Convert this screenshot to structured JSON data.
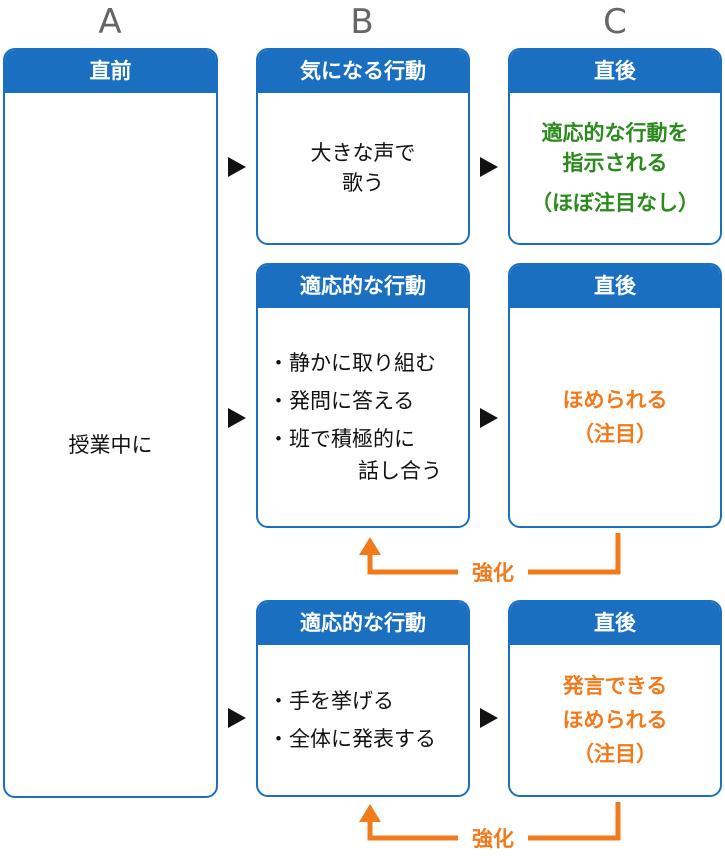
{
  "columns": [
    "A",
    "B",
    "C"
  ],
  "box_a": {
    "header": "直前",
    "body": "授業中に"
  },
  "row1": {
    "behavior": {
      "header": "気になる行動",
      "lines": [
        "大きな声で",
        "歌う"
      ]
    },
    "after": {
      "header": "直後",
      "lines": [
        "適応的な行動を",
        "指示される",
        "（ほぼ注目なし）"
      ]
    }
  },
  "row2": {
    "behavior": {
      "header": "適応的な行動",
      "bullets": [
        "・静かに取り組む",
        "・発問に答える",
        "・班で積極的に"
      ],
      "continuation": "話し合う"
    },
    "after": {
      "header": "直後",
      "lines": [
        "ほめられる",
        "（注目）"
      ]
    },
    "loop_label": "強化"
  },
  "row3": {
    "behavior": {
      "header": "適応的な行動",
      "bullets": [
        "・手を挙げる",
        "・全体に発表する"
      ]
    },
    "after": {
      "header": "直後",
      "lines": [
        "発言できる",
        "ほめられる",
        "（注目）"
      ]
    },
    "loop_label": "強化"
  },
  "colors": {
    "header_blue": "#1a6fc0",
    "green_text": "#2a8a1c",
    "orange_text": "#f07a1c",
    "arrow": "#111111"
  }
}
